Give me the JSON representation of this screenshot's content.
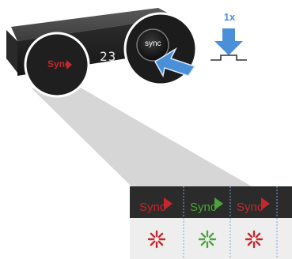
{
  "press_count": "1x",
  "device": {
    "display_value": "23",
    "button_label": "sync",
    "logo_text": "Sync"
  },
  "indicator_tiles": [
    {
      "label": "Sync",
      "color": "#c4282d"
    },
    {
      "label": "Sync",
      "color": "#49a53a"
    },
    {
      "label": "Sync",
      "color": "#c4282d"
    }
  ],
  "colors": {
    "accent_blue": "#4a90d9",
    "tile_bg": "#2b2b2b",
    "red": "#c4282d",
    "green": "#49a53a"
  }
}
